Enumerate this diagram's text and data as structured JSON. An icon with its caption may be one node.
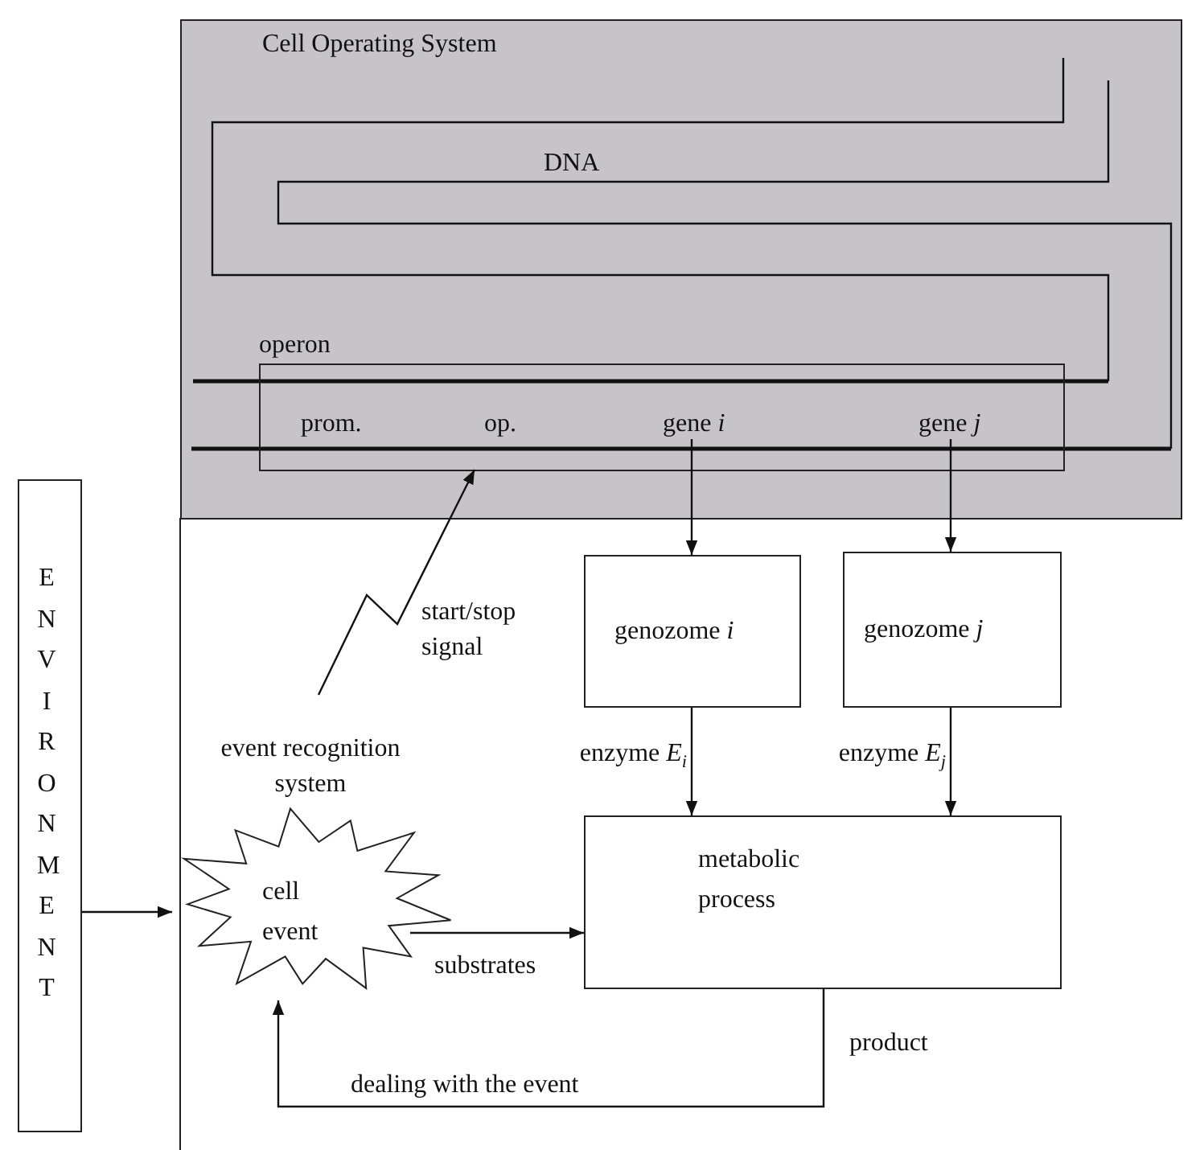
{
  "diagram": {
    "nodes": [
      {
        "text": [
          "Cell Operating System"
        ]
      },
      {
        "text": [
          "operon"
        ],
        "in": 0
      },
      {
        "text": [
          "prom."
        ],
        "in": 1
      },
      {
        "text": [
          "op."
        ],
        "in": 1
      },
      {
        "text": [
          "gene *i*"
        ],
        "in": 1
      },
      {
        "text": [
          "gene *j*"
        ],
        "in": 1
      },
      {
        "text": [
          "ENVIRONMENT"
        ]
      },
      {
        "text": [
          "genozome *i*"
        ]
      },
      {
        "text": [
          "genozome *j*"
        ]
      },
      {
        "text": [
          "cell event"
        ],
        "beside": [
          "event recognition system"
        ]
      },
      {
        "text": [
          "metabolic process"
        ]
      }
    ],
    "edges": [
      {
        "from": 6,
        "to": 9,
        "arrow": "to"
      },
      {
        "from": 4,
        "to": 7,
        "arrow": "to"
      },
      {
        "from": 5,
        "to": 8,
        "arrow": "to"
      },
      {
        "from": null,
        "to": 1,
        "arrow": "to",
        "label": "start/stop signal"
      },
      {
        "from": 7,
        "to": 10,
        "arrow": "to",
        "label": "enzyme *E*$_{i}$"
      },
      {
        "from": 8,
        "to": 10,
        "arrow": "to",
        "label": "enzyme *E*$_{j}$"
      },
      {
        "from": 9,
        "to": 10,
        "arrow": "to",
        "label": "substrates"
      },
      {
        "from": 10,
        "to": 9,
        "arrow": "to",
        "label": "dealing with the event"
      }
    ],
    "labels": [
      "DNA",
      "product"
    ]
  }
}
